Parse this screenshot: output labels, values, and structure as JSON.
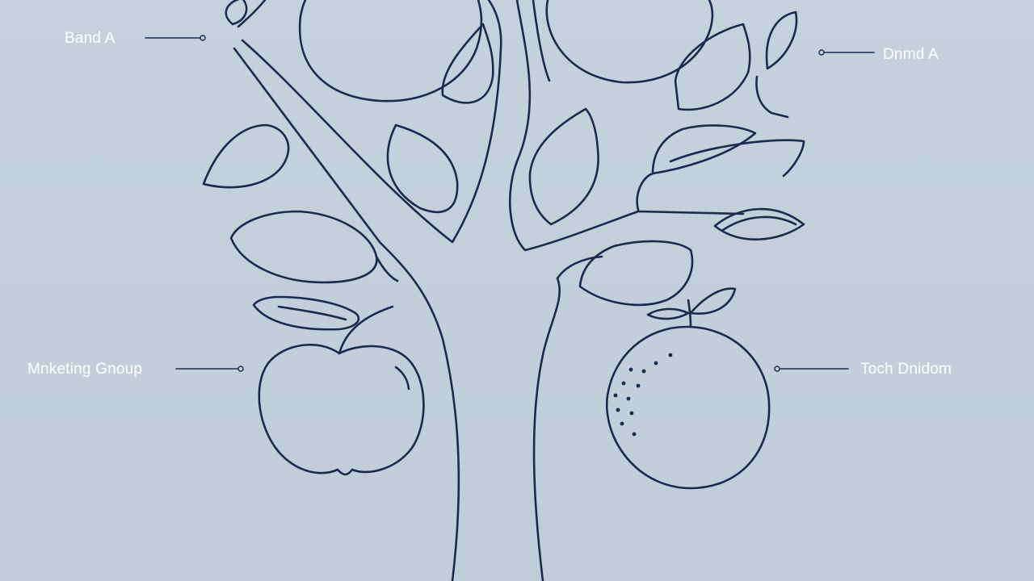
{
  "labels": {
    "top_left": "Band A",
    "top_right": "Dnmd A",
    "middle_left": "Mnketing Gnoup",
    "middle_right": "Toch Dnidom"
  },
  "colors": {
    "background": "#c3ced9",
    "line": "#1a2b4f",
    "label_text": "#ffffff"
  },
  "icons": {
    "apple": "apple-icon",
    "orange": "orange-icon"
  }
}
